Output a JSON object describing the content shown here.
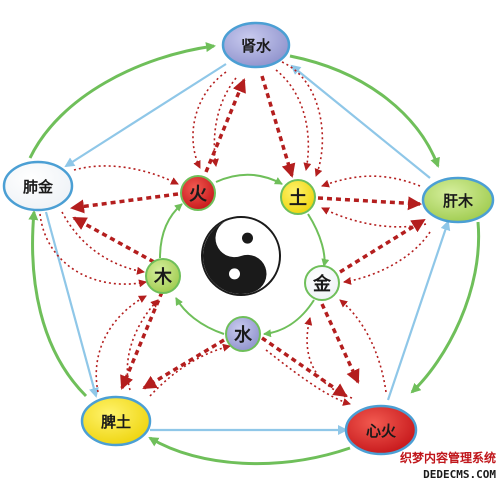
{
  "organs": {
    "kidney_water": {
      "label": "肾水",
      "color": "#a7a9d9"
    },
    "liver_wood": {
      "label": "肝木",
      "color": "#b9dc72"
    },
    "heart_fire": {
      "label": "心火",
      "color": "#d8221f"
    },
    "spleen_earth": {
      "label": "脾土",
      "color": "#f5e31e"
    },
    "lung_metal": {
      "label": "肺金",
      "color": "#ffffff"
    }
  },
  "elements": {
    "fire": {
      "label": "火",
      "color": "#d8221f"
    },
    "earth": {
      "label": "土",
      "color": "#f5e31e"
    },
    "metal": {
      "label": "金",
      "color": "#ffffff"
    },
    "water": {
      "label": "水",
      "color": "#a7a9d9"
    },
    "wood": {
      "label": "木",
      "color": "#b9dc72"
    }
  },
  "arrow_colors": {
    "generating_outer": "#6fbf5a",
    "reverse_outer": "#8fc7e8",
    "controlling": "#b41e1e"
  },
  "watermark": {
    "line1": "织梦内容管理系统",
    "line2": "DEDECMS.COM"
  }
}
